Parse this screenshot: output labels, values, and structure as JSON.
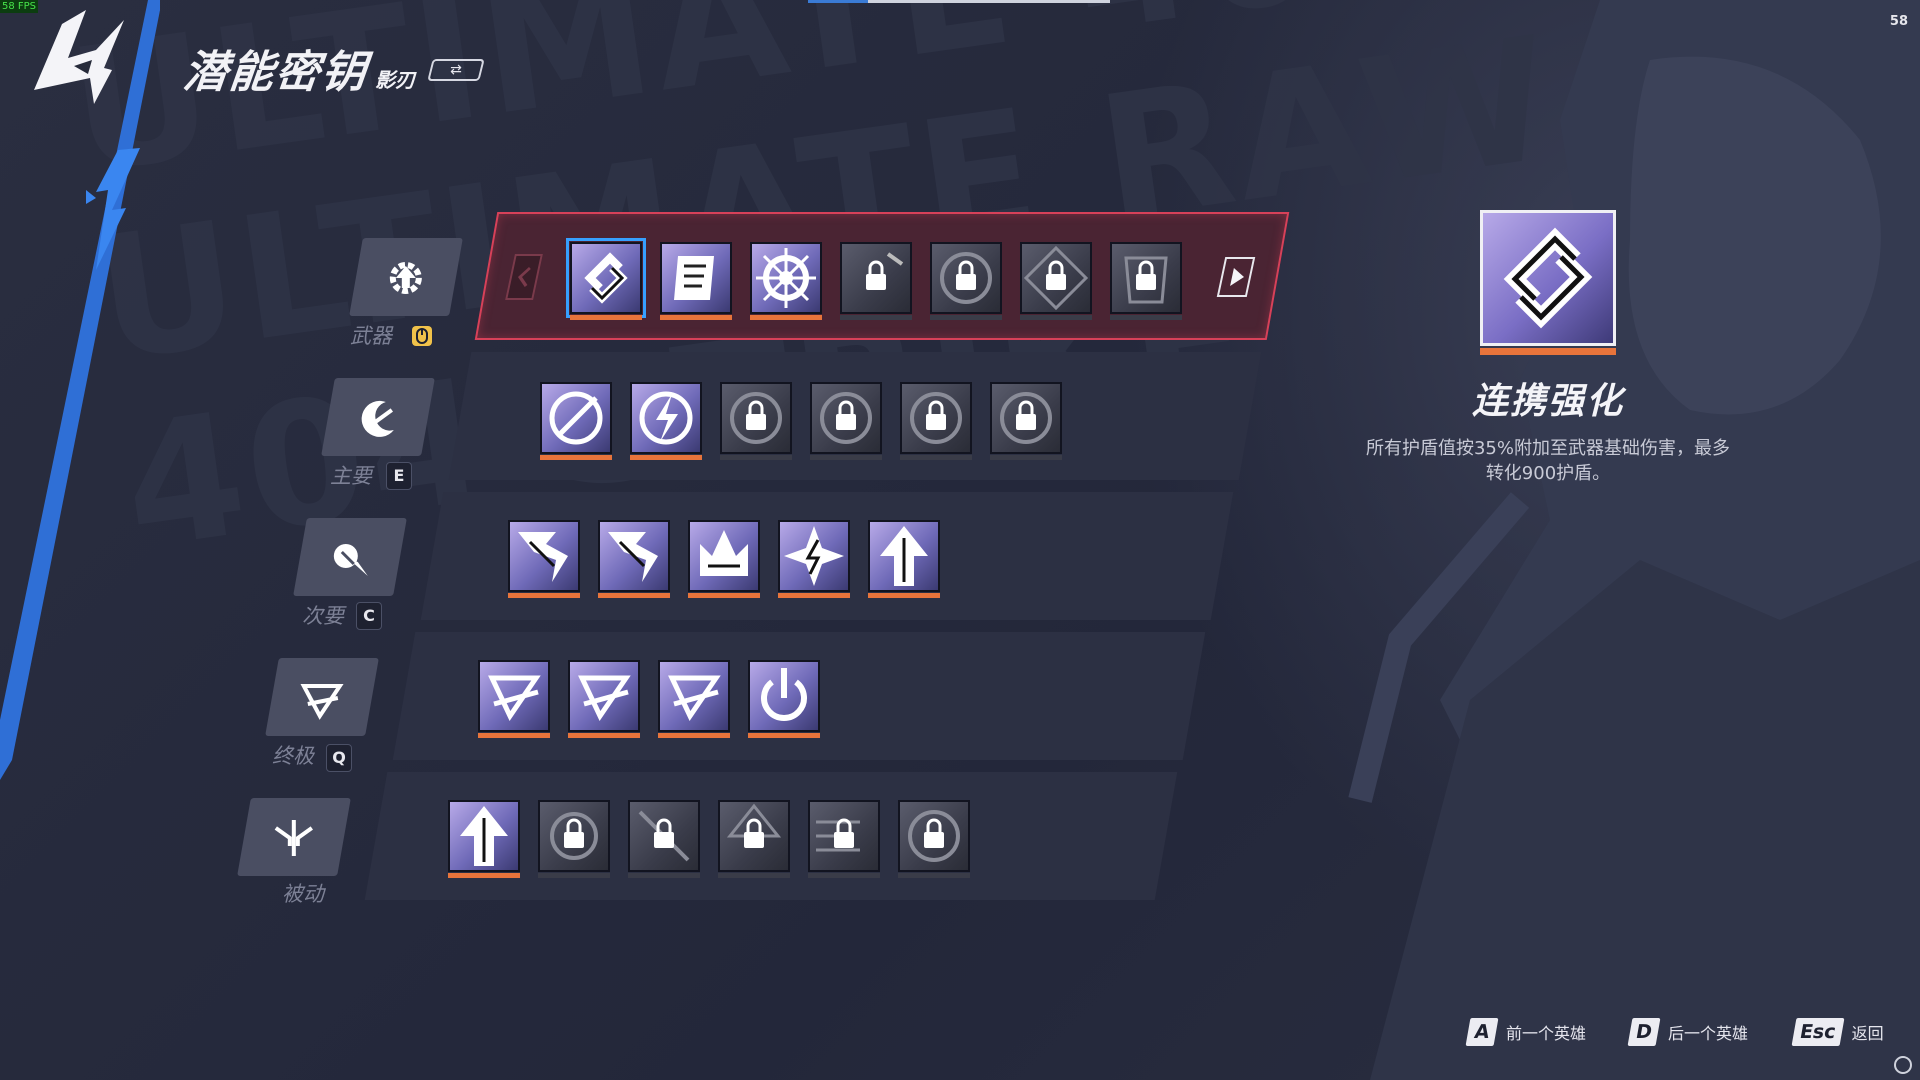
{
  "hud": {
    "fps": "58 FPS",
    "counter": "58"
  },
  "header": {
    "title": "潜能密钥",
    "subtitle": "影刃",
    "swap_icon": "swap-arrows-icon",
    "swap_glyph": "⇄"
  },
  "categories": [
    {
      "id": "weapon",
      "label": "武器",
      "key": "",
      "icon": "gear-up-icon"
    },
    {
      "id": "primary",
      "label": "主要",
      "key": "E",
      "icon": "crescent-slash-icon"
    },
    {
      "id": "secondary",
      "label": "次要",
      "key": "C",
      "icon": "claw-icon"
    },
    {
      "id": "ultimate",
      "label": "终极",
      "key": "Q",
      "icon": "wing-slash-icon"
    },
    {
      "id": "passive",
      "label": "被动",
      "key": "",
      "icon": "trident-icon"
    }
  ],
  "rows": {
    "weapon": [
      {
        "icon": "chain-link-icon",
        "locked": false,
        "selected": true
      },
      {
        "icon": "scroll-icon",
        "locked": false,
        "selected": false
      },
      {
        "icon": "wheel-icon",
        "locked": false,
        "selected": false
      },
      {
        "icon": "burst-icon",
        "locked": true,
        "selected": false
      },
      {
        "icon": "vortex-icon",
        "locked": true,
        "selected": false
      },
      {
        "icon": "star-crest-icon",
        "locked": true,
        "selected": false
      },
      {
        "icon": "bolt-shield-icon",
        "locked": true,
        "selected": false
      }
    ],
    "primary": [
      {
        "icon": "sword-orb-icon",
        "locked": false
      },
      {
        "icon": "lightning-orb-icon",
        "locked": false
      },
      {
        "icon": "sword-orb-icon",
        "locked": true
      },
      {
        "icon": "sword-orb-icon",
        "locked": true
      },
      {
        "icon": "sword-orb-icon",
        "locked": true
      },
      {
        "icon": "orb-slash-icon",
        "locked": true
      }
    ],
    "secondary": [
      {
        "icon": "claw-strike-icon",
        "locked": false
      },
      {
        "icon": "claw-strike-icon",
        "locked": false
      },
      {
        "icon": "crown-icon",
        "locked": false
      },
      {
        "icon": "lightning-burst-icon",
        "locked": false
      },
      {
        "icon": "arrow-up-icon",
        "locked": false
      }
    ],
    "ultimate": [
      {
        "icon": "slash-card-icon",
        "locked": false
      },
      {
        "icon": "slash-card-icon",
        "locked": false
      },
      {
        "icon": "slash-card-icon",
        "locked": false
      },
      {
        "icon": "power-icon",
        "locked": false
      }
    ],
    "passive": [
      {
        "icon": "arrow-up-icon",
        "locked": false
      },
      {
        "icon": "target-icon",
        "locked": true
      },
      {
        "icon": "claw-strike-icon",
        "locked": true
      },
      {
        "icon": "arrow-up-icon",
        "locked": true
      },
      {
        "icon": "dash-icon",
        "locked": true
      },
      {
        "icon": "vortex-icon",
        "locked": true
      }
    ]
  },
  "detail": {
    "icon": "chain-link-icon",
    "title": "连携强化",
    "description_line1": "所有护盾值按35%附加至武器基础伤害，最多",
    "description_line2": "转化900护盾。"
  },
  "hints": [
    {
      "key": "A",
      "label": "前一个英雄"
    },
    {
      "key": "D",
      "label": "后一个英雄"
    },
    {
      "key": "Esc",
      "label": "返回"
    }
  ],
  "colors": {
    "accent_blue": "#36a0ff",
    "weapon_border": "#d74159",
    "tile_underline": "#e8743b",
    "background": "#262a3a"
  },
  "background_watermark": {
    "line1": "ULTIMATE 404",
    "line2": "ULTIMATE RAW",
    "line3": "404 STRIKE"
  }
}
